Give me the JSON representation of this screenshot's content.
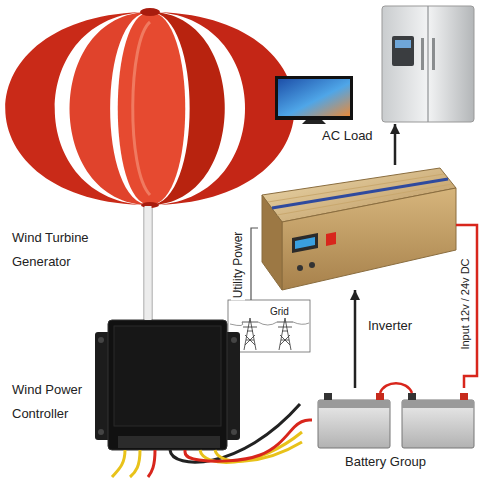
{
  "diagram": {
    "nodes": [
      {
        "text": [
          "Wind Turbine Generator"
        ]
      },
      {
        "text": [
          "AC Load"
        ]
      },
      {
        "text": [
          "Inverter"
        ]
      },
      {
        "text": [
          "Grid"
        ]
      },
      {
        "text": [
          "Wind Power Controller"
        ]
      },
      {
        "text": [
          "Battery Group"
        ]
      }
    ],
    "edges": [
      {
        "from": 0,
        "to": 4,
        "arrow": "none"
      },
      {
        "from": 4,
        "to": 5,
        "arrow": "none"
      },
      {
        "from": 5,
        "to": 2,
        "arrow": "to"
      },
      {
        "from": 5,
        "to": 2,
        "label": "Input 12v / 24v DC",
        "arrow": "none"
      },
      {
        "from": 3,
        "to": 2,
        "label": "Utility Power",
        "arrow": "none"
      },
      {
        "from": 2,
        "to": 1,
        "arrow": "to"
      }
    ]
  }
}
